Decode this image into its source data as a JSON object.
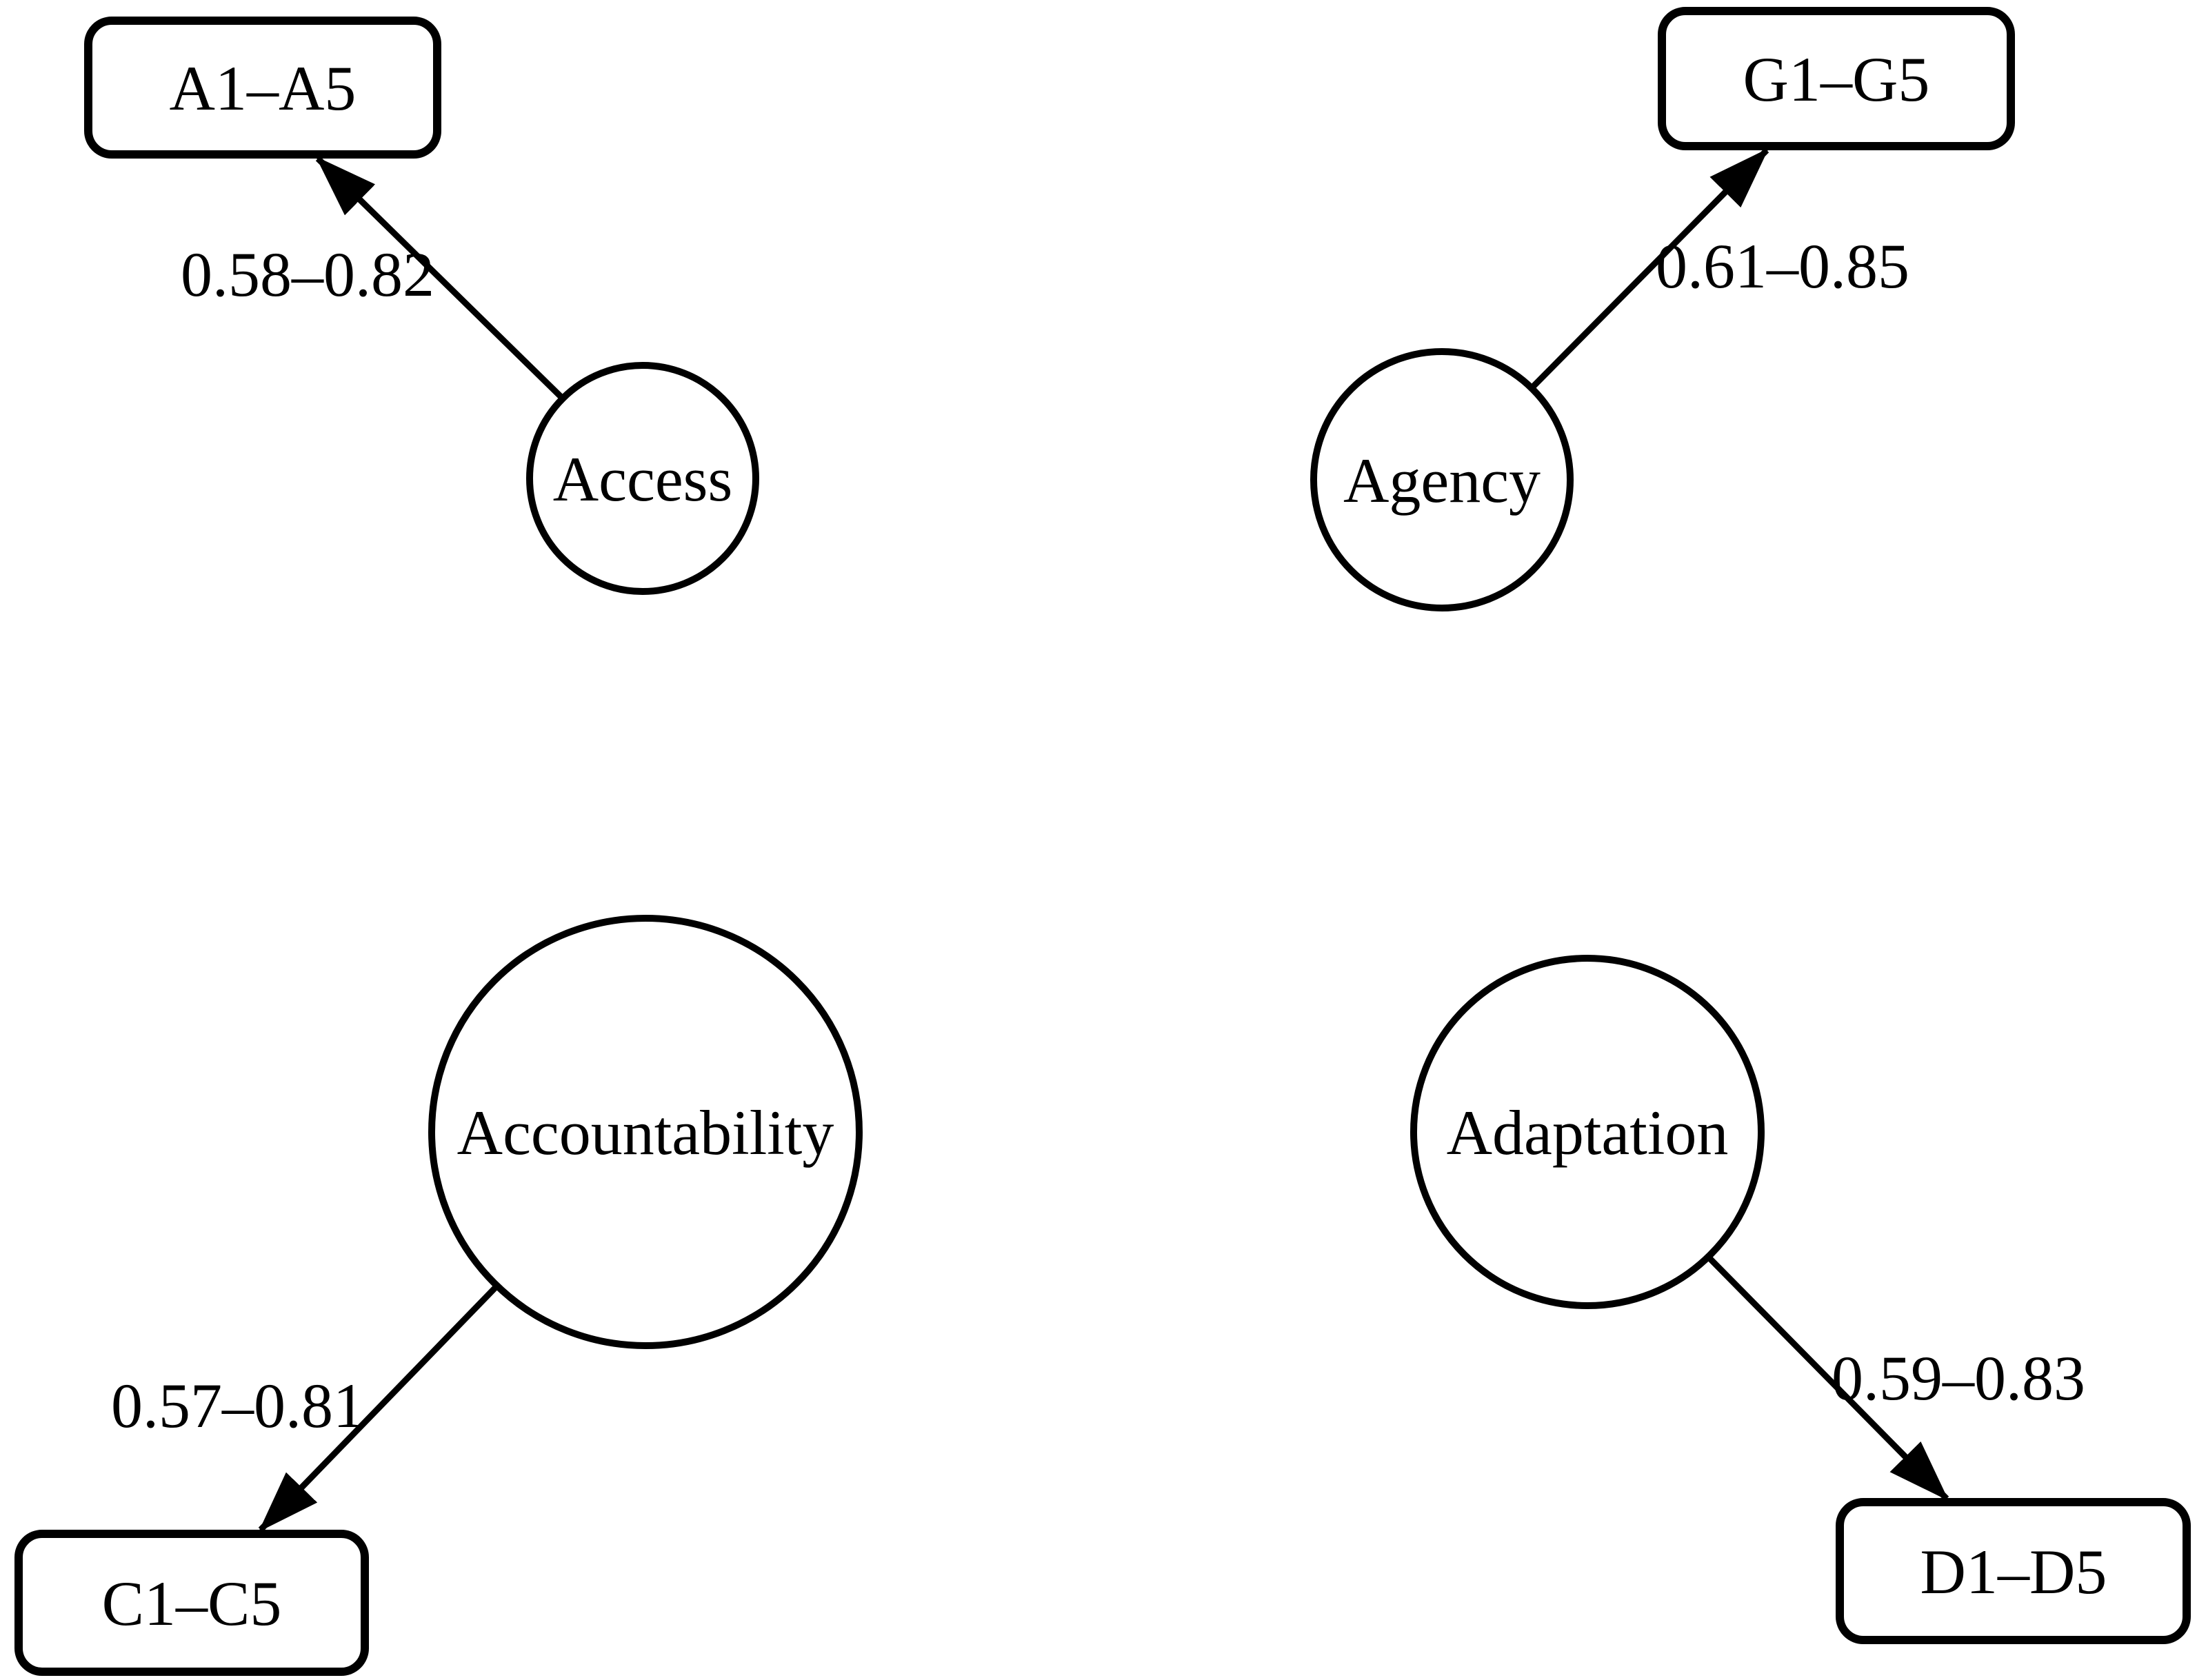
{
  "figure": {
    "background_color": "#ffffff",
    "ink_color": "#000000",
    "factors": [
      {
        "name": "Access",
        "indicators": "A1–A5",
        "loading_range": "0.58–0.82"
      },
      {
        "name": "Agency",
        "indicators": "G1–G5",
        "loading_range": "0.61–0.85"
      },
      {
        "name": "Accountability",
        "indicators": "C1–C5",
        "loading_range": "0.57–0.81"
      },
      {
        "name": "Adaptation",
        "indicators": "D1–D5",
        "loading_range": "0.59–0.83"
      }
    ]
  }
}
